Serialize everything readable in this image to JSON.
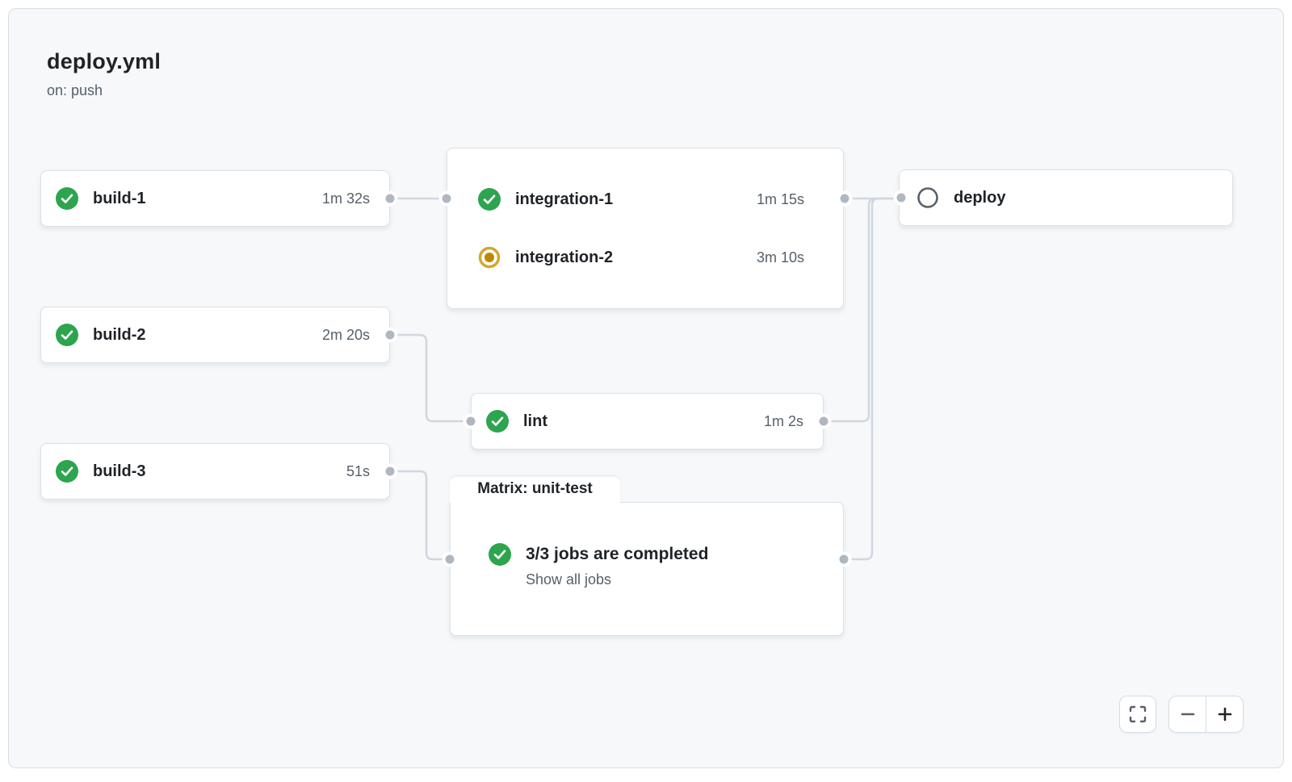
{
  "workflow": {
    "title": "deploy.yml",
    "trigger": "on: push"
  },
  "jobs": {
    "build1": {
      "name": "build-1",
      "duration": "1m 32s",
      "status": "success"
    },
    "build2": {
      "name": "build-2",
      "duration": "2m 20s",
      "status": "success"
    },
    "build3": {
      "name": "build-3",
      "duration": "51s",
      "status": "success"
    },
    "integration1": {
      "name": "integration-1",
      "duration": "1m 15s",
      "status": "success"
    },
    "integration2": {
      "name": "integration-2",
      "duration": "3m 10s",
      "status": "in_progress"
    },
    "lint": {
      "name": "lint",
      "duration": "1m 2s",
      "status": "success"
    },
    "deploy": {
      "name": "deploy",
      "duration": "",
      "status": "pending"
    }
  },
  "matrix": {
    "label": "Matrix: unit-test",
    "summary": "3/3 jobs are completed",
    "link": "Show all jobs",
    "status": "success"
  },
  "controls": {
    "fullscreen_label": "Fit to window",
    "zoom_out_label": "Zoom out",
    "zoom_in_label": "Zoom in"
  },
  "colors": {
    "success": "#2da44e",
    "in_progress_ring": "#d4a72c",
    "in_progress_dot": "#bf8700",
    "pending": "#57606a",
    "connector": "#d0d7de",
    "dot": "#afb8c1",
    "panel_bg": "#f6f8fa"
  }
}
